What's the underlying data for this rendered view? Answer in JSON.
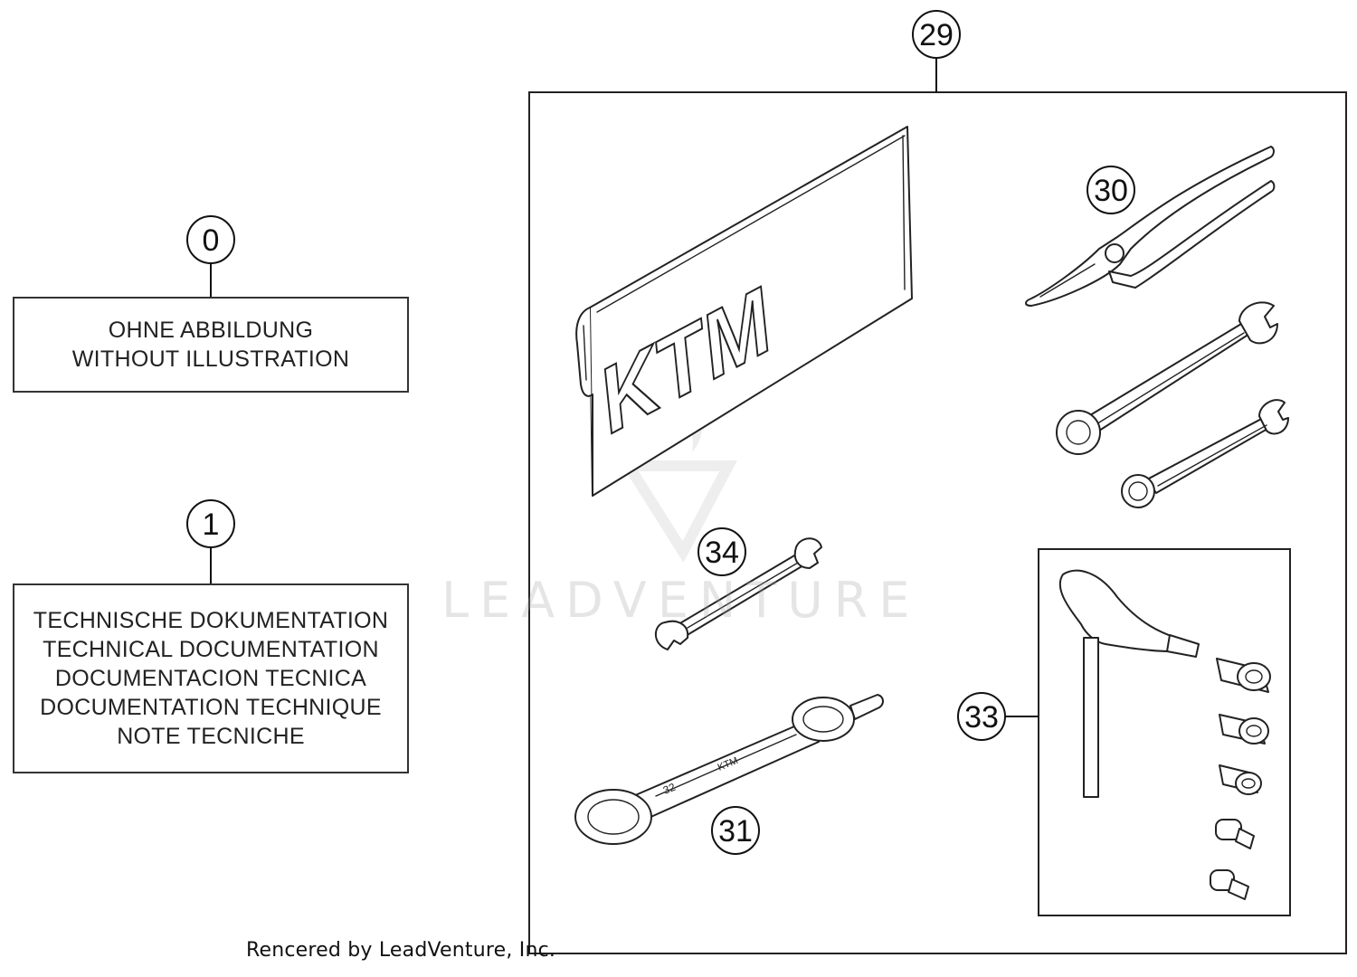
{
  "callouts": {
    "c0": "0",
    "c1": "1",
    "c29": "29",
    "c30": "30",
    "c31": "31",
    "c33": "33",
    "c34": "34"
  },
  "note_box_0": {
    "lines": [
      "OHNE ABBILDUNG",
      "WITHOUT ILLUSTRATION"
    ]
  },
  "note_box_1": {
    "lines": [
      "TECHNISCHE DOKUMENTATION",
      "TECHNICAL DOCUMENTATION",
      "DOCUMENTACION TECNICA",
      "DOCUMENTATION TECHNIQUE",
      "NOTE TECNICHE"
    ]
  },
  "tool_bag_logo": "KTM",
  "watermark": "LEADVENTURE",
  "credit": "Rencered by LeadVenture, Inc."
}
